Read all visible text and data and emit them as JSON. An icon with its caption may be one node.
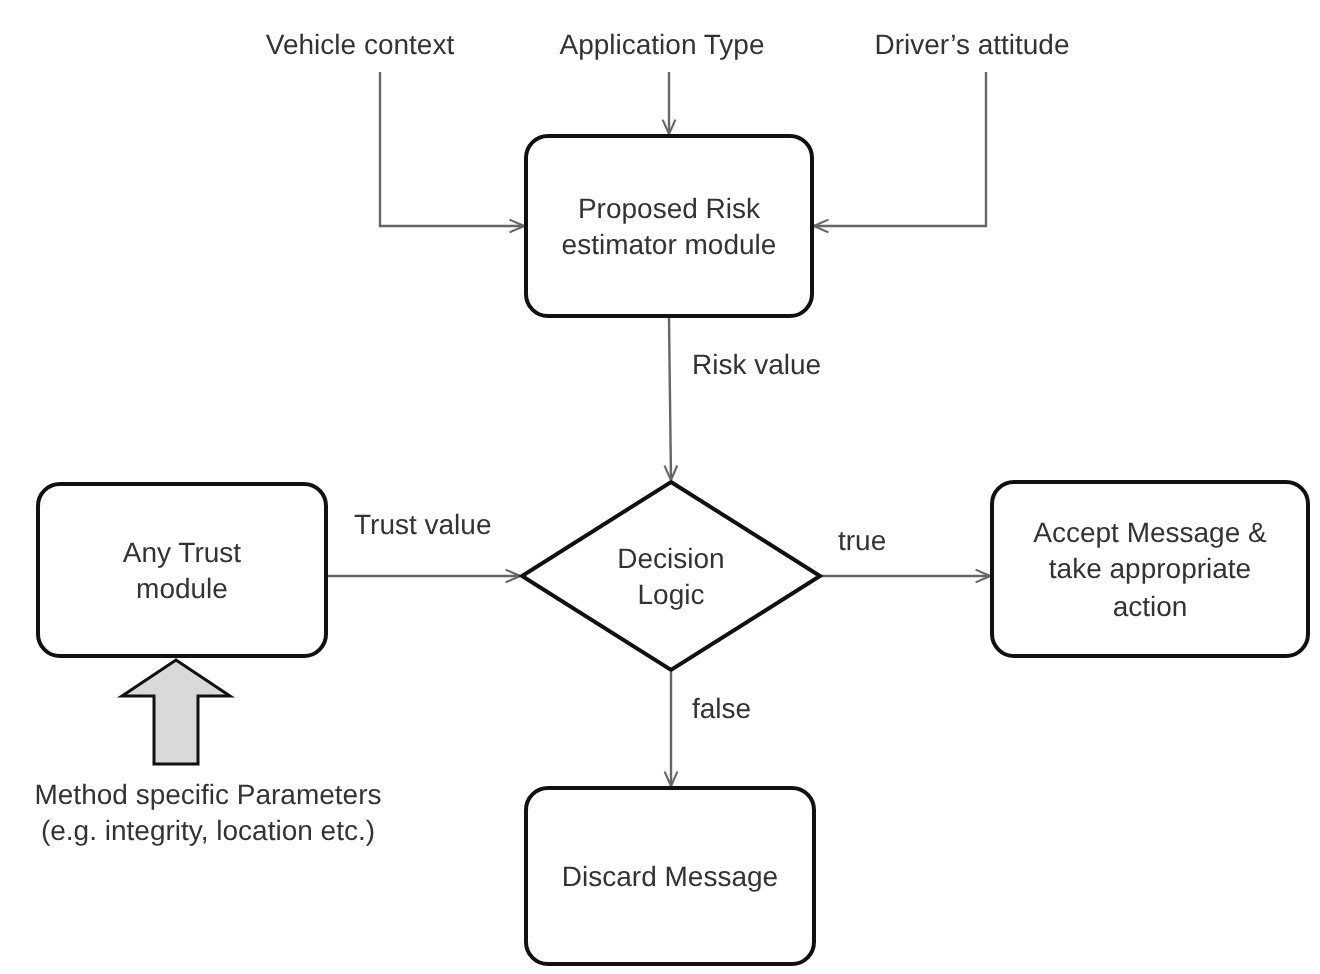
{
  "diagram": {
    "nodes": [
      {
        "text": [
          "Vehicle context"
        ]
      },
      {
        "text": [
          "Application Type"
        ]
      },
      {
        "text": [
          "Driver’s attitude"
        ]
      },
      {
        "text": [
          "Proposed Risk estimator module"
        ]
      },
      {
        "text": [
          "Any Trust module"
        ]
      },
      {
        "text": [
          "Decision Logic"
        ]
      },
      {
        "text": [
          "Accept Message & take appropriate action"
        ]
      },
      {
        "text": [
          "Discard Message"
        ]
      },
      {
        "text": [
          "Method specific Parameters (e.g. integrity, location etc.)"
        ]
      }
    ],
    "edges": [
      {
        "from": 0,
        "to": 3,
        "arrow": "to"
      },
      {
        "from": 1,
        "to": 3,
        "arrow": "to"
      },
      {
        "from": 2,
        "to": 3,
        "arrow": "to"
      },
      {
        "from": 3,
        "to": 5,
        "arrow": "to",
        "label": "Risk value"
      },
      {
        "from": 4,
        "to": 5,
        "arrow": "to",
        "label": "Trust value"
      },
      {
        "from": 5,
        "to": 6,
        "arrow": "to",
        "label": "true"
      },
      {
        "from": 5,
        "to": 7,
        "arrow": "to",
        "label": "false"
      },
      {
        "from": 8,
        "to": 4,
        "arrow": "to",
        "style": "thick"
      }
    ]
  }
}
